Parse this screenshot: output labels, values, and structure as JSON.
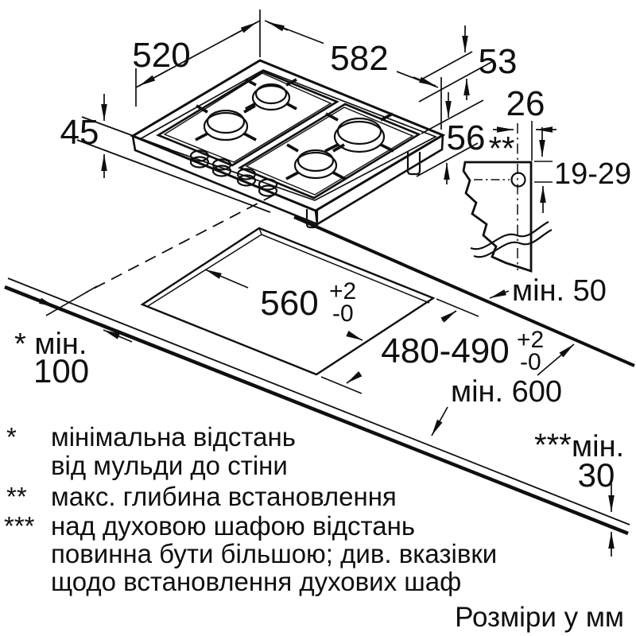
{
  "hob": {
    "width": "582",
    "depth": "520",
    "front_height": "45",
    "right_upper": "53",
    "right_lower": "56"
  },
  "bracket": {
    "width": "26",
    "stars": "**",
    "hole_range": "19-29"
  },
  "cutout": {
    "width": "560",
    "width_plus": "+2",
    "width_minus": "-0",
    "depth": "480-490",
    "depth_plus": "+2",
    "depth_minus": "-0"
  },
  "clearance": {
    "wall_rear": "мін. 50",
    "worktop_depth": "мін. 600",
    "left_label": "* мін.",
    "left_value": "100",
    "oven_stars": "***",
    "oven_min": "мін.",
    "oven_value": "30"
  },
  "footnotes": {
    "m1": "*",
    "t1a": "мінімальна відстань",
    "t1b": "від мульди до стіни",
    "m2": "**",
    "t2": "макс. глибина встановлення",
    "m3": "***",
    "t3a": "над духовою шафою відстань",
    "t3b": "повинна бути більшою; див. вказівки",
    "t3c": "щодо встановлення духових шаф"
  },
  "units": "Розміри у мм"
}
